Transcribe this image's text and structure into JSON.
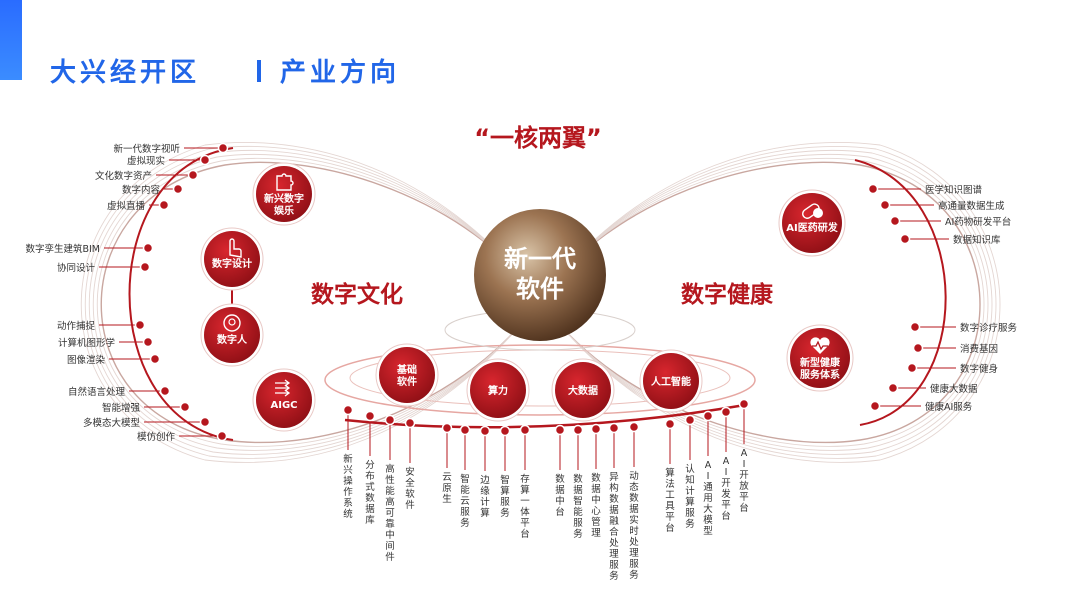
{
  "title_left": "大兴经开区",
  "title_right": "产业方向",
  "slogan": "“一核两翼”",
  "core": [
    "新一代",
    "软件"
  ],
  "wing_left": "数字文化",
  "wing_right": "数字健康",
  "left_nodes": [
    {
      "lines": [
        "新兴数字",
        "娱乐"
      ],
      "icon": "puzzle-icon"
    },
    {
      "lines": [
        "数字设计"
      ],
      "icon": "hand-pointer-icon"
    },
    {
      "lines": [
        "数字人"
      ],
      "icon": "digital-human-icon"
    },
    {
      "lines": [
        "AIGC"
      ],
      "icon": "arrows-icon"
    }
  ],
  "right_nodes": [
    {
      "lines": [
        "AI医药研发"
      ],
      "icon": "pill-icon"
    },
    {
      "lines": [
        "新型健康",
        "服务体系"
      ],
      "icon": "heart-pulse-icon"
    }
  ],
  "bottom_nodes": [
    {
      "lines": [
        "基础",
        "软件"
      ]
    },
    {
      "lines": [
        "算力"
      ]
    },
    {
      "lines": [
        "大数据"
      ]
    },
    {
      "lines": [
        "人工智能"
      ]
    }
  ],
  "left_labels": [
    "新一代数字视听",
    "虚拟现实",
    "文化数字资产",
    "数字内容",
    "虚拟直播",
    "数字孪生建筑BIM",
    "协同设计",
    "动作捕捉",
    "计算机图形学",
    "图像渲染",
    "自然语言处理",
    "智能增强",
    "多模态大模型",
    "模仿创作"
  ],
  "right_labels": [
    "医学知识图谱",
    "高通量数据生成",
    "AI药物研发平台",
    "数据知识库",
    "数字诊疗服务",
    "消费基因",
    "数字健身",
    "健康大数据",
    "健康AI服务"
  ],
  "bottom_labels": [
    "新兴操作系统",
    "分布式数据库",
    "高性能高可靠中间件",
    "安全软件",
    "云原生",
    "智能云服务",
    "边缘计算",
    "智算服务",
    "存算一体平台",
    "数据中台",
    "数据智能服务",
    "数据中心管理",
    "异构数据融合处理服务",
    "动态数据实时处理服务",
    "算法工具平台",
    "认知计算服务",
    "AI通用大模型",
    "AI开发平台",
    "AI开放平台"
  ],
  "colors": {
    "accent": "#2166e8",
    "red": "#b5171e",
    "dark_red": "#8b0f14",
    "gold": "#8a6a4a"
  }
}
